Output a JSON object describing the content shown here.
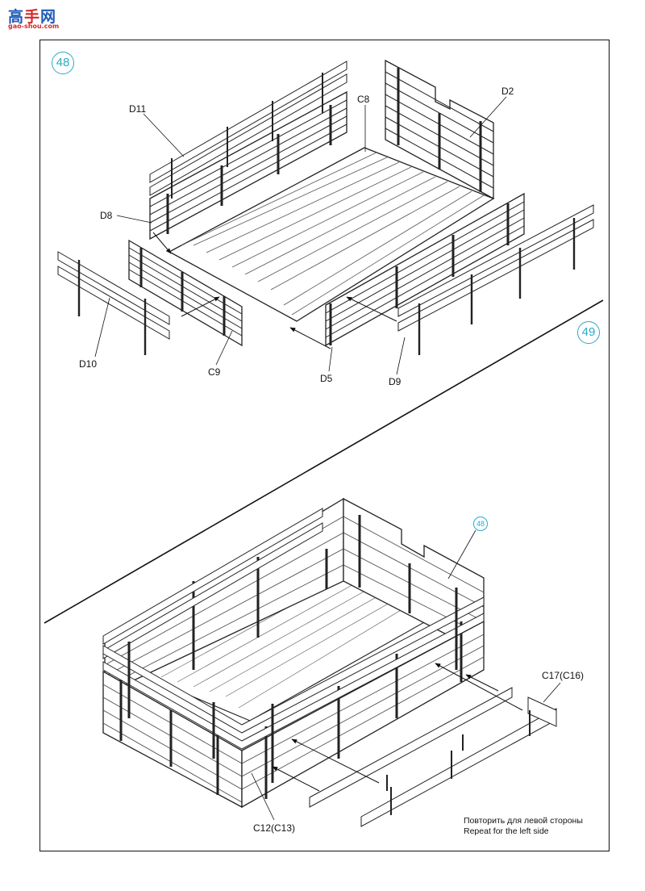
{
  "logo": {
    "main_left": "高",
    "main_mid": "手",
    "main_right": "网",
    "url": "gao-shou.com"
  },
  "steps": {
    "step48": "48",
    "step49": "49",
    "ref48": "48"
  },
  "parts": {
    "d11": "D11",
    "c8": "C8",
    "d2": "D2",
    "d8": "D8",
    "d10": "D10",
    "c9": "C9",
    "d5": "D5",
    "d9": "D9",
    "c17": "C17(C16)",
    "c12": "C12(C13)"
  },
  "note": {
    "ru": "Повторить для левой стороны",
    "en": "Repeat for the left side"
  }
}
